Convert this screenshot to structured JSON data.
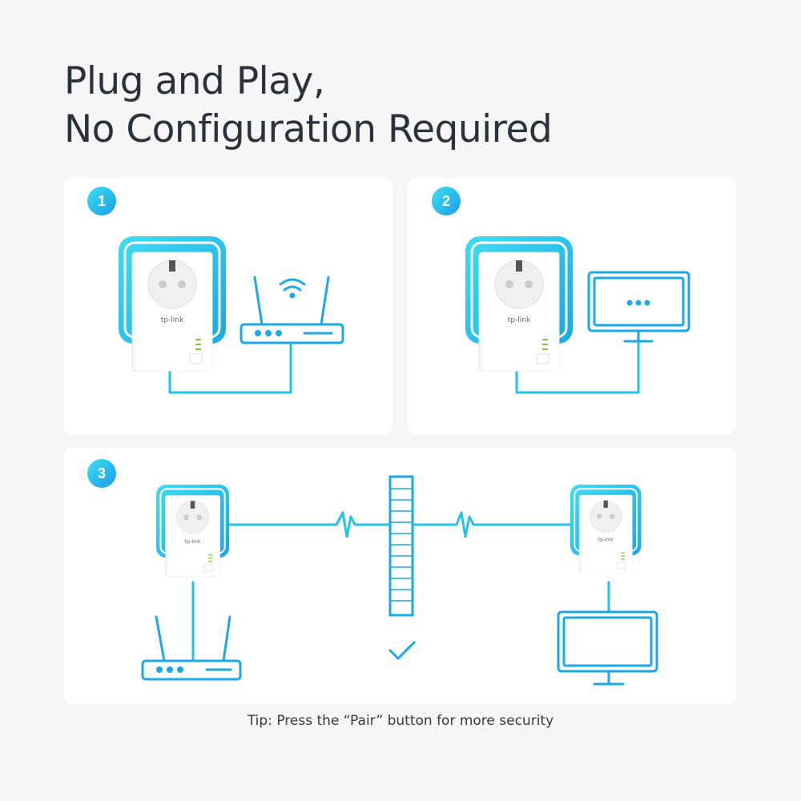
{
  "title": {
    "line1": "Plug and Play,",
    "line2": "No Configuration Required"
  },
  "steps": [
    {
      "number": "1",
      "devices": [
        "powerline-adapter",
        "wifi-router"
      ]
    },
    {
      "number": "2",
      "devices": [
        "powerline-adapter",
        "monitor"
      ]
    },
    {
      "number": "3",
      "devices": [
        "powerline-adapter",
        "wall",
        "powerline-adapter",
        "wifi-router",
        "monitor"
      ]
    }
  ],
  "tip": "Tip: Press the “Pair” button for more security",
  "colors": {
    "accent": "#1fc3ea",
    "background": "#f6f6f6",
    "panel": "#ffffff",
    "title": "#2b323b"
  }
}
